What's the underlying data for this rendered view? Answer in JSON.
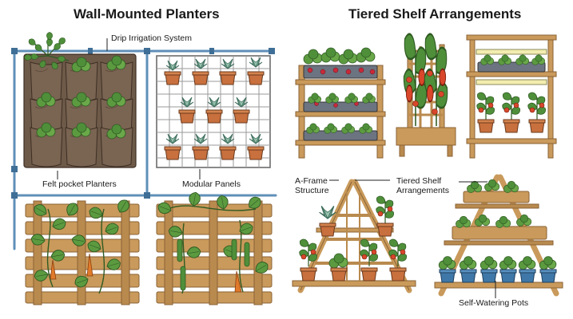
{
  "sections": {
    "left_title": "Wall-Mounted Planters",
    "right_title": "Tiered Shelf Arrangements"
  },
  "labels": {
    "drip": "Drip Irrigation System",
    "felt": "Felt pocket Planters",
    "modular": "Modular Panels",
    "aframe_line1": "A-Frame",
    "aframe_line2": "Structure",
    "tiered_line1": "Tiered Shelf",
    "tiered_line2": "Arrangements",
    "selfwater": "Self-Watering Pots"
  },
  "colors": {
    "wood": "#c99a5b",
    "wood_dark": "#8a6235",
    "felt": "#6e5a48",
    "pipe": "#5f8fb8",
    "leaf": "#4f8f3a",
    "leaf_dark": "#2f6b2a",
    "terracotta": "#c8703e",
    "succulent": "#7fae9a",
    "blue_pot": "#3f78a8",
    "tomato": "#d9472b",
    "strawberry": "#c92a3a",
    "carrot": "#e07a2a",
    "lamp": "#f3ecb0"
  }
}
